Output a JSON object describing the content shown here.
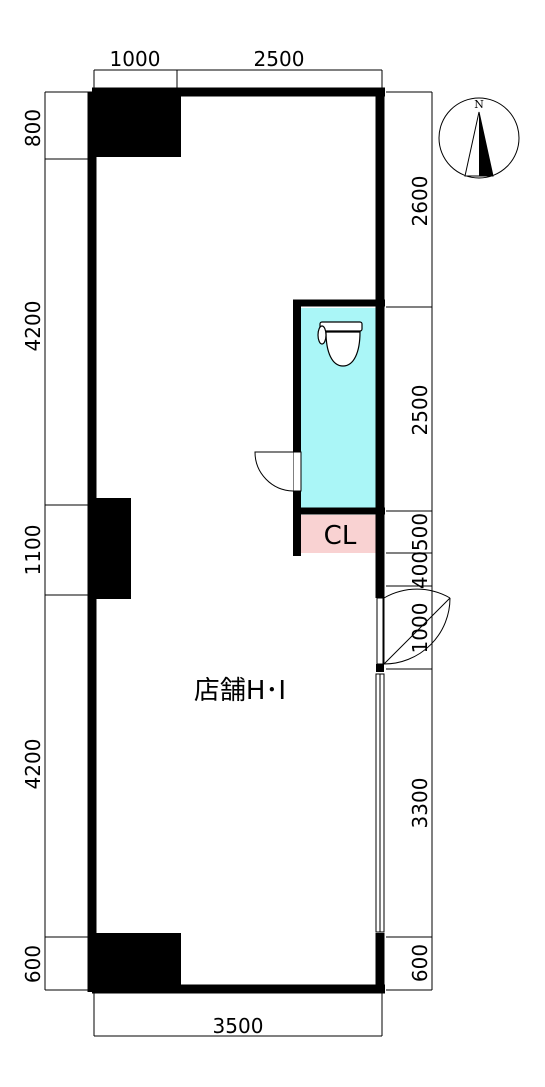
{
  "dimensions": {
    "top": [
      "1000",
      "2500"
    ],
    "bottom": "3500",
    "left": [
      "800",
      "4200",
      "1100",
      "4200",
      "600"
    ],
    "right": [
      "2600",
      "2500",
      "500",
      "400",
      "1000",
      "3300",
      "600"
    ]
  },
  "rooms": {
    "shop": "店舗H･I",
    "closet": "CL"
  },
  "compass": {
    "label": "N"
  },
  "colors": {
    "toilet_fill": "#aaf6f7",
    "closet_fill": "#f9d2d2",
    "wall": "#000000"
  }
}
